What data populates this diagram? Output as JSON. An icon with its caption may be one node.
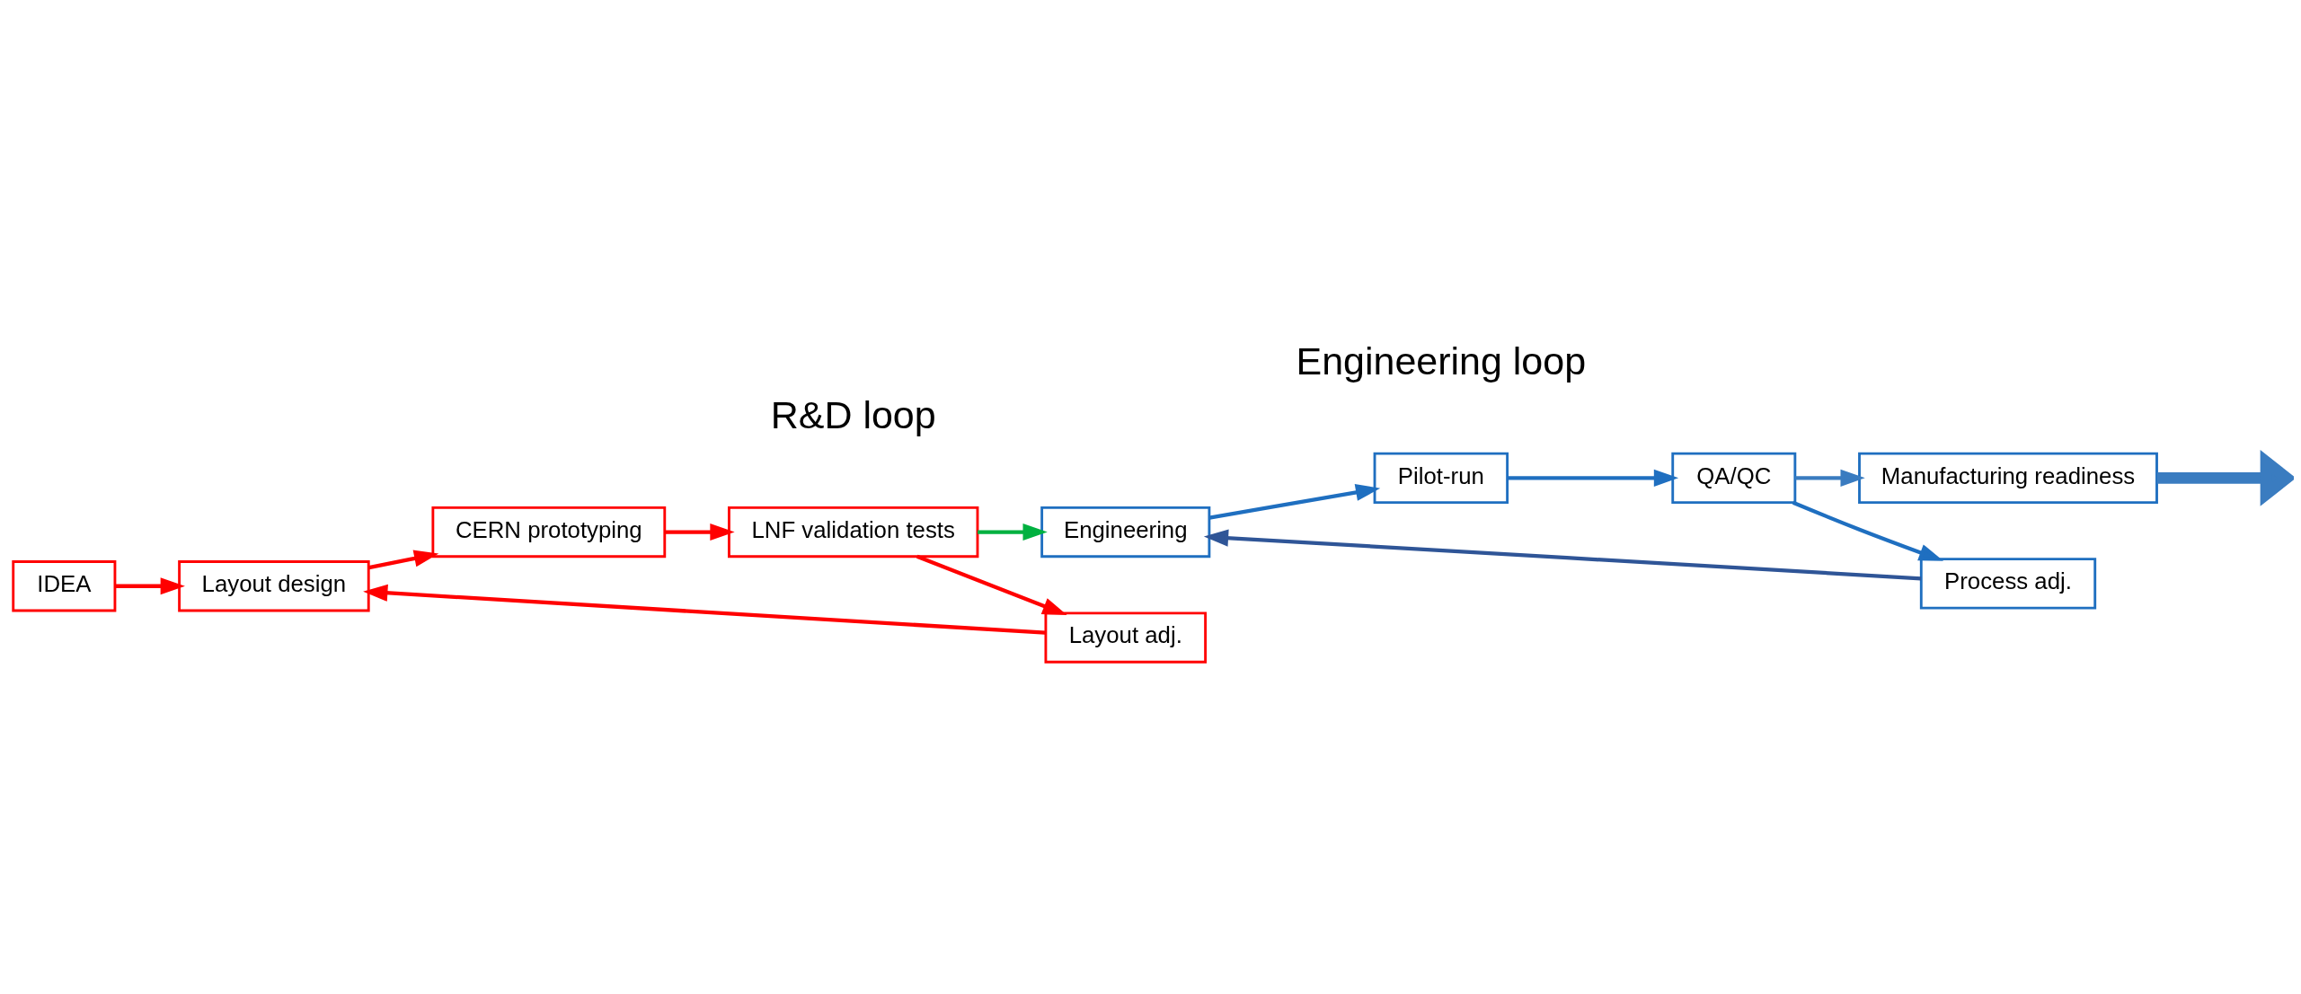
{
  "diagram": {
    "nodes": [
      {
        "text": [
          "IDEA"
        ]
      },
      {
        "text": [
          "Layout design"
        ]
      },
      {
        "text": [
          "CERN prototyping"
        ]
      },
      {
        "text": [
          "LNF validation tests"
        ]
      },
      {
        "text": [
          "Layout adj."
        ]
      },
      {
        "text": [
          "Engineering"
        ]
      },
      {
        "text": [
          "Pilot-run"
        ]
      },
      {
        "text": [
          "QA/QC"
        ]
      },
      {
        "text": [
          "Process adj."
        ]
      },
      {
        "text": [
          "Manufacturing readiness"
        ]
      }
    ],
    "edges": [
      {
        "from": 0,
        "to": 1,
        "arrow": "to",
        "color": "#ff0000"
      },
      {
        "from": 1,
        "to": 2,
        "arrow": "to",
        "color": "#ff0000"
      },
      {
        "from": 2,
        "to": 3,
        "arrow": "to",
        "color": "#ff0000"
      },
      {
        "from": 3,
        "to": 4,
        "arrow": "to",
        "color": "#ff0000"
      },
      {
        "from": 4,
        "to": 1,
        "arrow": "to",
        "color": "#ff0000"
      },
      {
        "from": 3,
        "to": 5,
        "arrow": "to",
        "color": "#00b140"
      },
      {
        "from": 5,
        "to": 6,
        "arrow": "to",
        "color": "#1f6fc0"
      },
      {
        "from": 6,
        "to": 7,
        "arrow": "to",
        "color": "#1f6fc0"
      },
      {
        "from": 7,
        "to": 8,
        "arrow": "to",
        "color": "#1f6fc0"
      },
      {
        "from": 8,
        "to": 5,
        "arrow": "to",
        "color": "#2f5597"
      },
      {
        "from": 7,
        "to": 9,
        "arrow": "to",
        "color": "#3a7cc0"
      },
      {
        "from": 9,
        "to": null,
        "arrow": "to",
        "color": "#3a7cc0",
        "style": "thick"
      }
    ],
    "labels": [
      "R&D loop",
      "Engineering loop"
    ]
  }
}
